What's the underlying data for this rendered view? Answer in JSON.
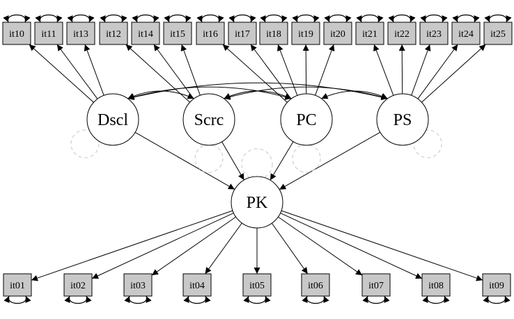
{
  "top_items": [
    "it10",
    "it11",
    "it13",
    "it12",
    "it14",
    "it15",
    "it16",
    "it17",
    "it18",
    "it19",
    "it20",
    "it21",
    "it22",
    "it23",
    "it24",
    "it25"
  ],
  "bottom_items": [
    "it01",
    "it02",
    "it03",
    "it04",
    "it05",
    "it06",
    "it07",
    "it08",
    "it09"
  ],
  "factors": [
    {
      "id": "Dscl",
      "label": "Dscl"
    },
    {
      "id": "Scrc",
      "label": "Scrc"
    },
    {
      "id": "PC",
      "label": "PC"
    },
    {
      "id": "PS",
      "label": "PS"
    }
  ],
  "outcome": {
    "id": "PK",
    "label": "PK"
  },
  "loadings": [
    {
      "factor": "Dscl",
      "item": "it10"
    },
    {
      "factor": "Dscl",
      "item": "it11"
    },
    {
      "factor": "Dscl",
      "item": "it13"
    },
    {
      "factor": "Scrc",
      "item": "it12"
    },
    {
      "factor": "Scrc",
      "item": "it14"
    },
    {
      "factor": "Scrc",
      "item": "it15"
    },
    {
      "factor": "PC",
      "item": "it16"
    },
    {
      "factor": "PC",
      "item": "it17"
    },
    {
      "factor": "PC",
      "item": "it18"
    },
    {
      "factor": "PC",
      "item": "it19"
    },
    {
      "factor": "PC",
      "item": "it20"
    },
    {
      "factor": "PS",
      "item": "it21"
    },
    {
      "factor": "PS",
      "item": "it22"
    },
    {
      "factor": "PS",
      "item": "it23"
    },
    {
      "factor": "PS",
      "item": "it24"
    },
    {
      "factor": "PS",
      "item": "it25"
    }
  ],
  "regressions": [
    {
      "from": "Dscl",
      "to": "PK"
    },
    {
      "from": "Scrc",
      "to": "PK"
    },
    {
      "from": "PC",
      "to": "PK"
    },
    {
      "from": "PS",
      "to": "PK"
    }
  ],
  "covariances": [
    {
      "a": "Dscl",
      "b": "Scrc"
    },
    {
      "a": "Dscl",
      "b": "PC"
    },
    {
      "a": "Dscl",
      "b": "PS"
    },
    {
      "a": "Scrc",
      "b": "PC"
    },
    {
      "a": "Scrc",
      "b": "PS"
    },
    {
      "a": "PC",
      "b": "PS"
    }
  ]
}
